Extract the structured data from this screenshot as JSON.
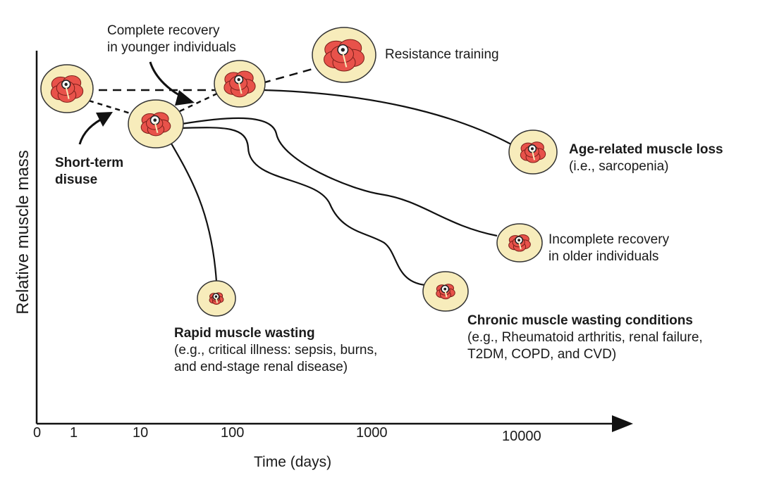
{
  "axes": {
    "xlabel": "Time (days)",
    "ylabel": "Relative muscle mass",
    "x_ticks": [
      "0",
      "1",
      "10",
      "100",
      "1000",
      "10000"
    ]
  },
  "labels": {
    "complete_recovery": [
      "Complete recovery",
      "in younger individuals"
    ],
    "resistance_training": "Resistance training",
    "short_term_disuse": [
      "Short-term",
      "disuse"
    ],
    "age_related": {
      "title": "Age-related muscle loss",
      "detail": "(i.e., sarcopenia)"
    },
    "incomplete_recovery": [
      "Incomplete recovery",
      "in older individuals"
    ],
    "rapid_wasting": {
      "title": "Rapid muscle wasting",
      "detail": [
        "(e.g., critical illness: sepsis, burns,",
        "and end-stage renal disease)"
      ]
    },
    "chronic_wasting": {
      "title": "Chronic muscle wasting conditions",
      "detail": [
        "(e.g., Rheumatoid arthritis, renal failure,",
        "T2DM, COPD, and CVD)"
      ]
    }
  },
  "colors": {
    "muscle": "#e8524a",
    "muscle_outline": "#7a1f1a",
    "fat_ring": "#f7ecbb",
    "line": "#111111"
  },
  "icons": [
    "muscle-cross-section-icon"
  ]
}
